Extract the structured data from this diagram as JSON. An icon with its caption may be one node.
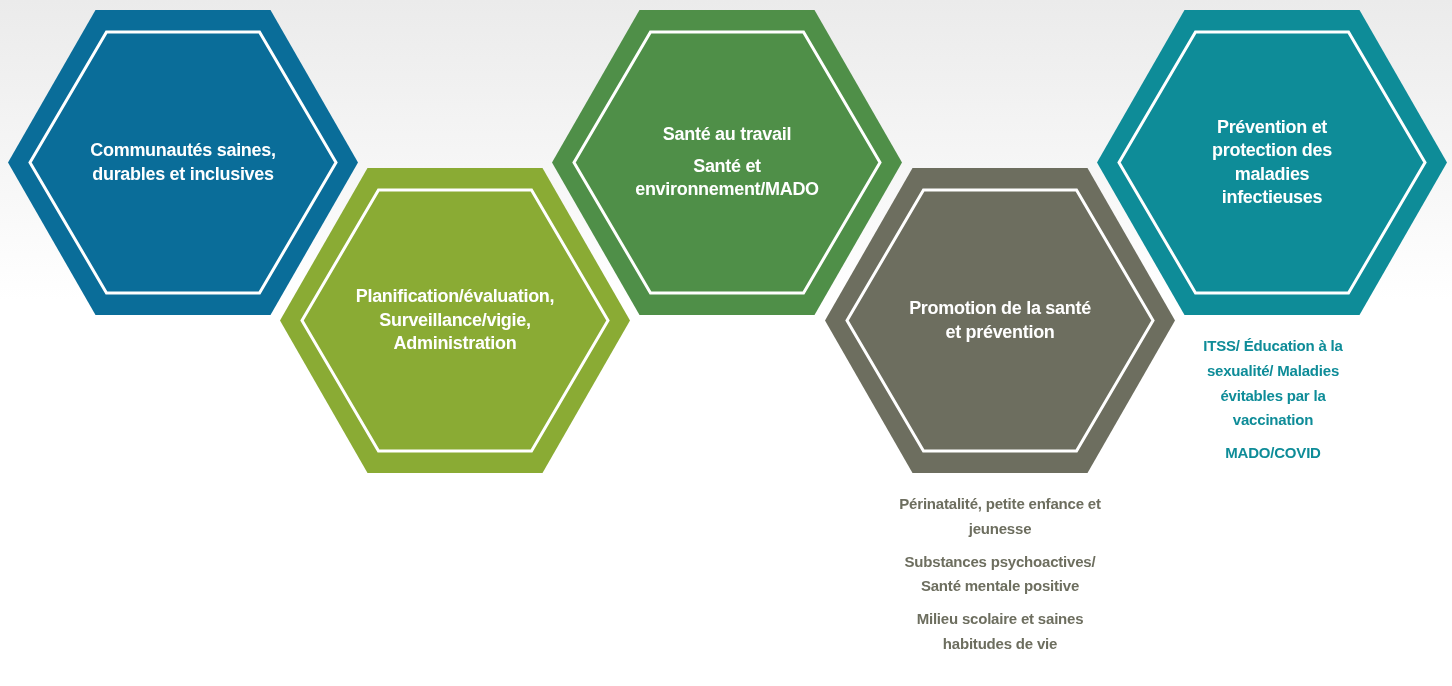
{
  "diagram": {
    "nodes": [
      {
        "text": [
          "Communautés saines, durables et inclusives"
        ]
      },
      {
        "text": [
          "Planification/évaluation, Surveillance/vigie, Administration"
        ]
      },
      {
        "text": [
          "Santé au travail",
          "Santé et environnement/MADO"
        ]
      },
      {
        "text": [
          "Promotion de la santé et prévention"
        ],
        "beside": [
          "Périnatalité, petite enfance et jeunesse",
          "Substances psychoactives/ Santé mentale positive",
          "Milieu scolaire et saines habitudes de vie"
        ]
      },
      {
        "text": [
          "Prévention et protection des maladies infectieuses"
        ],
        "beside": [
          "ITSS/ Éducation à la sexualité/ Maladies évitables par la vaccination",
          "MADO/COVID"
        ]
      }
    ],
    "edges": []
  }
}
